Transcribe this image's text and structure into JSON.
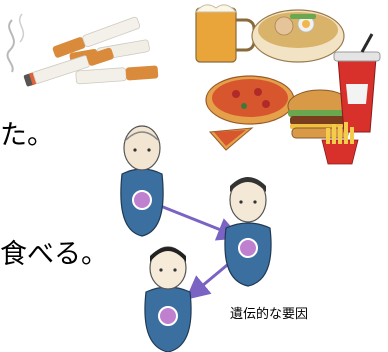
{
  "text": {
    "line1": "た。",
    "line2": "食べる。"
  },
  "diagram": {
    "genetic_factor_label": "遺伝的な要因"
  },
  "icons": {
    "cigarettes": "cigarettes-illustration",
    "junk_food": "junk-food-illustration",
    "family": "family-inheritance-illustration"
  },
  "colors": {
    "arrow": "#7b63c4",
    "body_blue": "#3a6f9f",
    "gene_dot": "#c080d0"
  }
}
